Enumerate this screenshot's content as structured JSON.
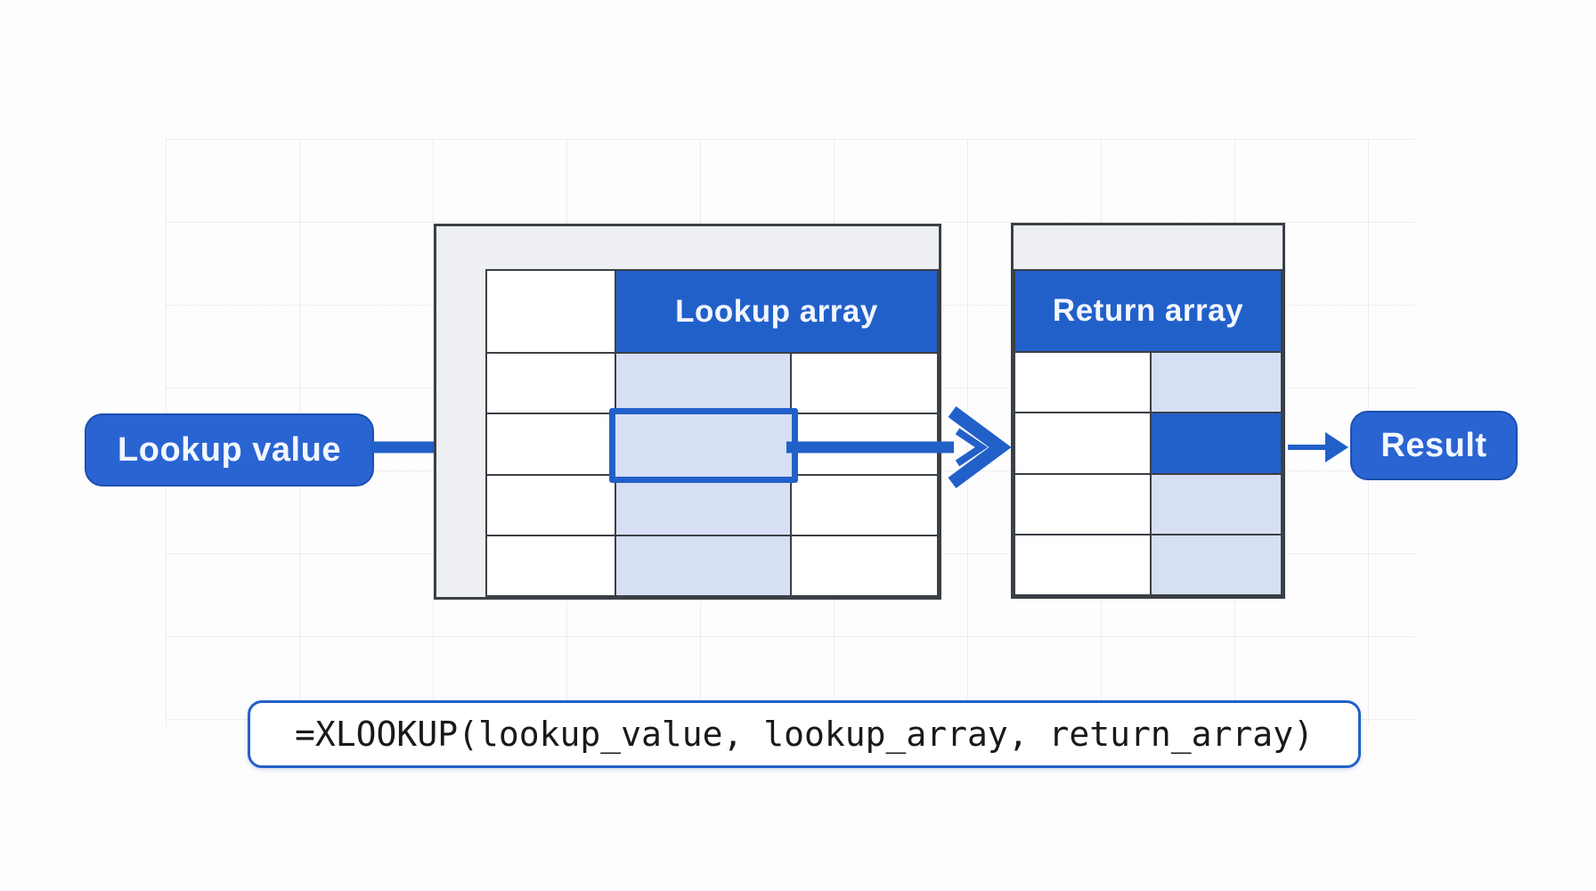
{
  "diagram": {
    "lookup_value_label": "Lookup value",
    "result_label": "Result",
    "lookup_table": {
      "header": "Lookup array",
      "columns": 3,
      "data_rows": 4,
      "highlighted_column_index": 2,
      "selected_row_index": 2
    },
    "return_table": {
      "header": "Return array",
      "columns": 2,
      "data_rows": 4,
      "highlighted_column_index": 2,
      "matched_row_index": 2
    },
    "formula": "=XLOOKUP(lookup_value, lookup_array, return_array)"
  },
  "colors": {
    "primary_blue": "#2260c9",
    "pill_blue": "#2a64d2",
    "pill_border": "#1c4fb0",
    "light_blue": "#d6dff4",
    "band_gray": "#edeff2",
    "line_dark": "#3b4046",
    "formula_border": "#2361c9",
    "text_dark": "#17191c",
    "text_white": "#f2f7ff",
    "page_bg": "#fdfdfe"
  }
}
